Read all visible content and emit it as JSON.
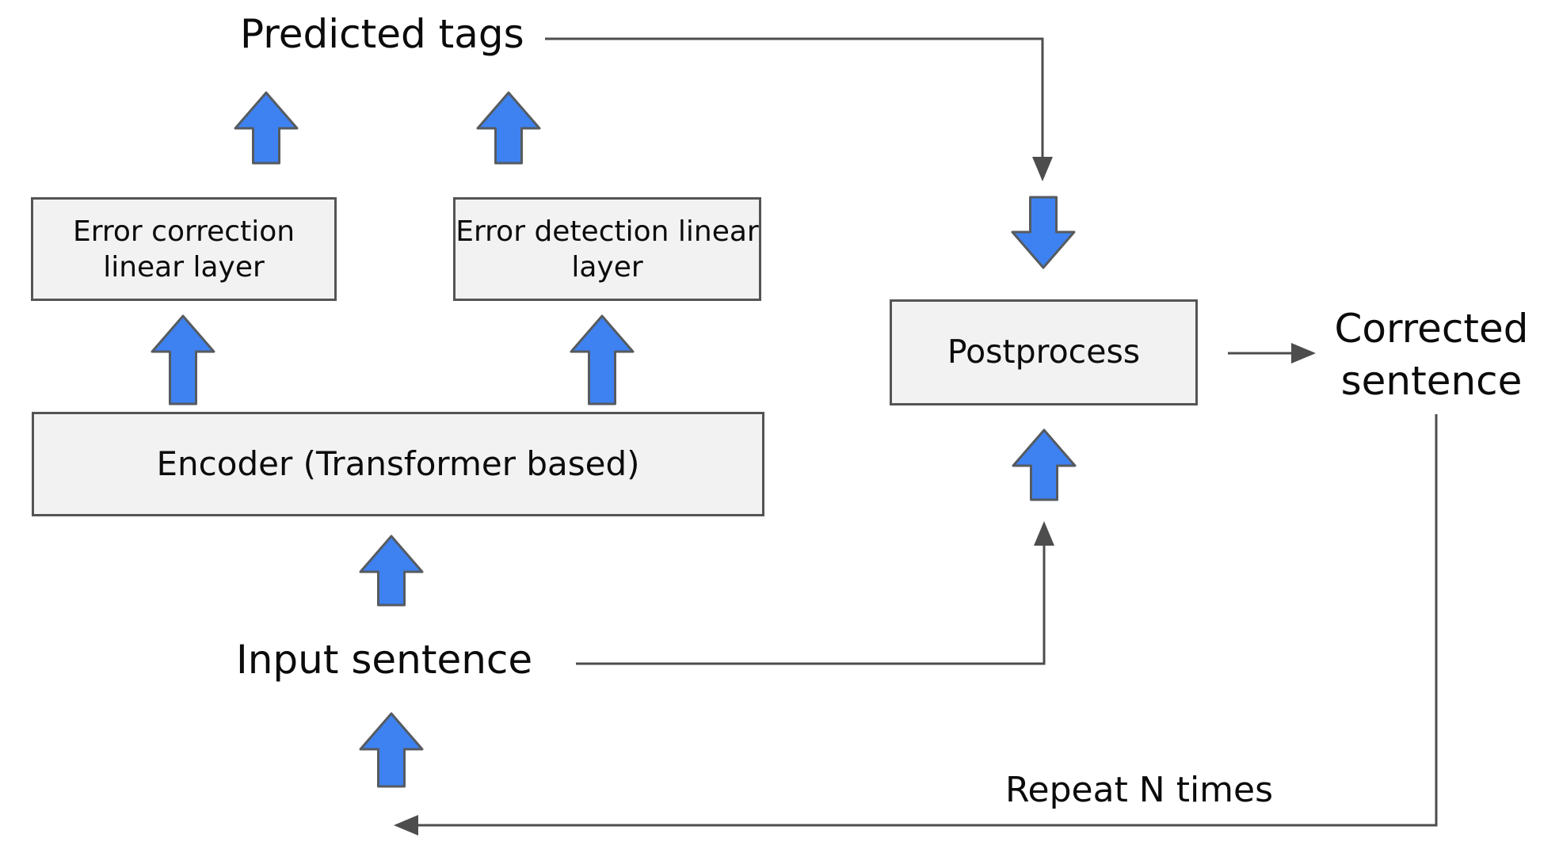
{
  "diagram": {
    "title_labels": {
      "predicted_tags": "Predicted tags",
      "input_sentence": "Input sentence",
      "corrected_sentence": "Corrected sentence",
      "repeat": "Repeat N times"
    },
    "boxes": {
      "error_correction": "Error correction linear layer",
      "error_detection": "Error detection linear layer",
      "encoder": "Encoder (Transformer based)",
      "postprocess": "Postprocess"
    },
    "colors": {
      "arrow_blue_fill": "#3E82F1",
      "arrow_outline": "#565B60",
      "box_fill": "#F2F2F2",
      "box_border": "#545454",
      "connector_line": "#4D4D4D",
      "text": "#0B0B0B",
      "background": "#FFFFFF"
    }
  }
}
